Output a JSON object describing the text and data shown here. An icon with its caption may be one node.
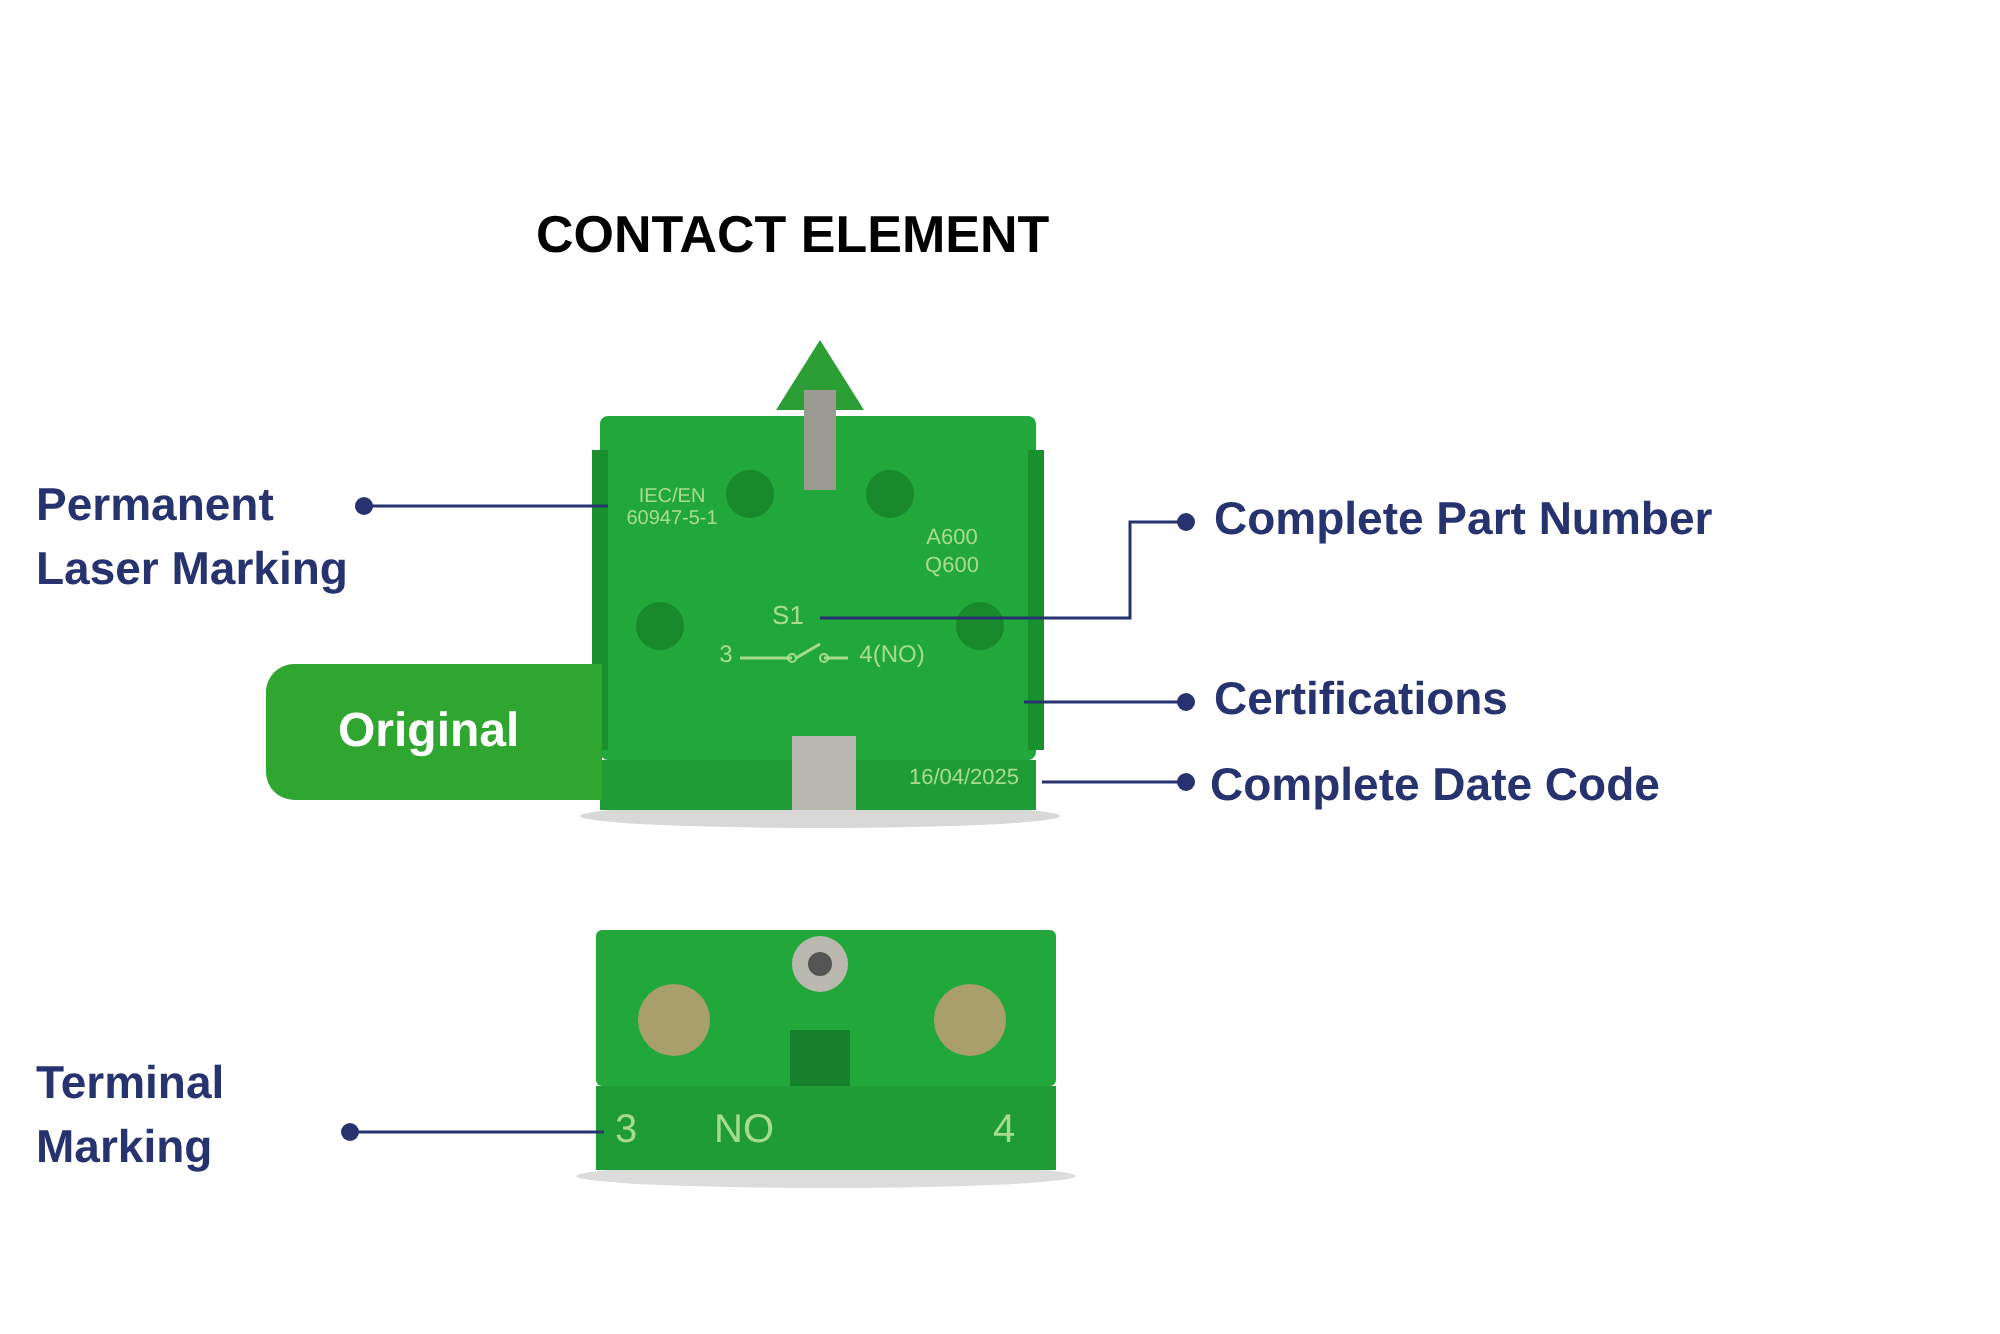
{
  "diagram": {
    "title": "CONTACT ELEMENT",
    "nodes": [
      {
        "text": [
          "Original"
        ]
      },
      {
        "text": [
          "Permanent Laser Marking"
        ]
      },
      {
        "text": [
          "IEC/EN 60947-5-1"
        ]
      },
      {
        "text": [
          "Complete Part Number"
        ]
      },
      {
        "text": [
          "S1"
        ]
      },
      {
        "text": [
          "Certifications"
        ]
      },
      {
        "text": [
          "Complete Date Code"
        ]
      },
      {
        "text": [
          "16/04/2025"
        ]
      },
      {
        "text": [
          "Terminal Marking"
        ]
      },
      {
        "text": [
          "3"
        ]
      }
    ],
    "edges": [
      {
        "from": 1,
        "to": 2,
        "arrow": "other"
      },
      {
        "from": 3,
        "to": 4,
        "arrow": "other"
      },
      {
        "from": 5,
        "to": null,
        "arrow": "other"
      },
      {
        "from": 6,
        "to": 7,
        "arrow": "other"
      },
      {
        "from": 8,
        "to": 9,
        "arrow": "other"
      }
    ],
    "labels": [
      "A600",
      "Q600",
      "3",
      "4(NO)",
      "NO",
      "4"
    ]
  }
}
